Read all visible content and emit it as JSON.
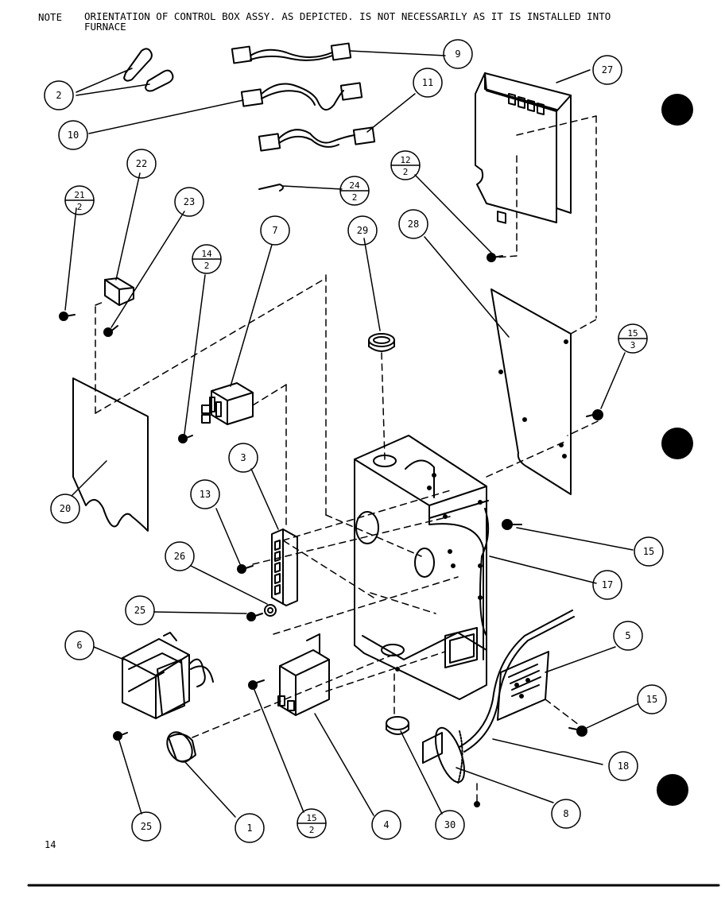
{
  "note": {
    "label": "NOTE",
    "line1": "ORIENTATION OF CONTROL BOX ASSY. AS DEPICTED. IS NOT NECESSARILY AS IT IS INSTALLED INTO",
    "line2": "FURNACE"
  },
  "page_number": "14",
  "callouts": {
    "c1": "1",
    "c2": "2",
    "c3": "3",
    "c4": "4",
    "c5": "5",
    "c6": "6",
    "c7": "7",
    "c8": "8",
    "c9": "9",
    "c10": "10",
    "c11": "11",
    "c13": "13",
    "c15a": "15",
    "c15b": "15",
    "c17": "17",
    "c18": "18",
    "c20": "20",
    "c22": "22",
    "c23": "23",
    "c25a": "25",
    "c25b": "25",
    "c26": "26",
    "c27": "27",
    "c28": "28",
    "c29": "29",
    "c30": "30"
  },
  "fraction_callouts": {
    "f21": {
      "top": "21",
      "bottom": "2"
    },
    "f24": {
      "top": "24",
      "bottom": "2"
    },
    "f12": {
      "top": "12",
      "bottom": "2"
    },
    "f14": {
      "top": "14",
      "bottom": "2"
    },
    "f15_3": {
      "top": "15",
      "bottom": "3"
    },
    "f15_2": {
      "top": "15",
      "bottom": "2"
    }
  }
}
